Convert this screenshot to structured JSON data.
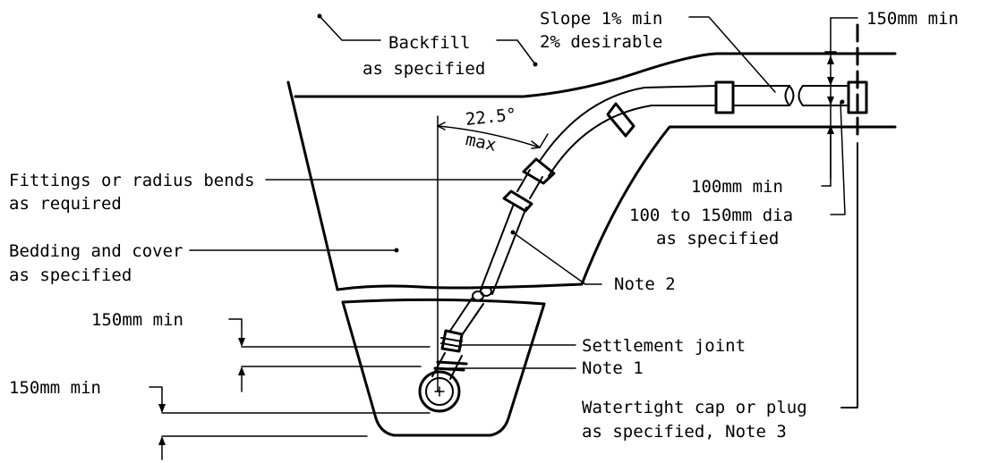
{
  "labels": {
    "backfill_1": "Backfill",
    "backfill_2": "as specified",
    "slope_1": "Slope 1% min",
    "slope_2": "2% desirable",
    "top_clearance": "150mm min",
    "angle_value": "22.5°",
    "angle_max": "max",
    "fittings_1": "Fittings or radius bends",
    "fittings_2": "as required",
    "cover_min": "100mm min",
    "dia_1": "100 to 150mm dia",
    "dia_2": "as specified",
    "bedding_1": "Bedding and cover",
    "bedding_2": "as specified",
    "note2": "Note 2",
    "sewer_cover_min": "150mm min",
    "settlement_joint": "Settlement joint",
    "note1": "Note 1",
    "sewer_bedding_min": "150mm min",
    "cap_1": "Watertight cap or plug",
    "cap_2": "as specified, Note 3"
  }
}
